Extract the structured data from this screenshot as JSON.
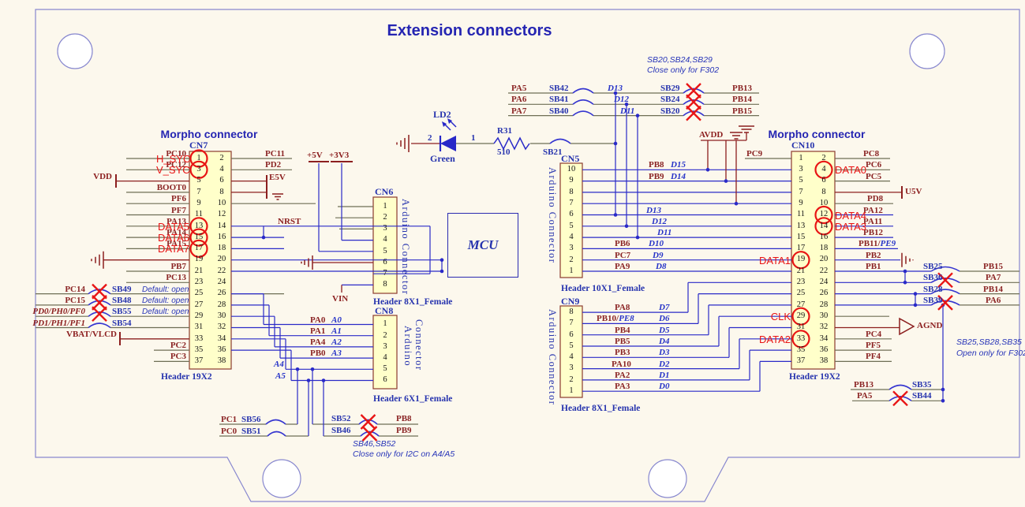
{
  "title": "Extension connectors",
  "notes": {
    "f302_close_1": "SB20,SB24,SB29",
    "f302_close_2": "Close only for F302",
    "f302_open_1": "SB25,SB28,SB35",
    "f302_open_2": "Open only for F302",
    "i2c_1": "SB46,SB52",
    "i2c_2": "Close only for I2C on A4/A5"
  },
  "mcu_label": "MCU",
  "led": {
    "ref": "LD2",
    "color_name": "Green",
    "pin_cathode": "2",
    "pin_anode": "1"
  },
  "resistor": {
    "ref": "R31",
    "value": "510"
  },
  "sb21": "SB21",
  "power": {
    "p5v": "+5V",
    "p3v3": "+3V3",
    "vin": "VIN",
    "e5v": "E5V",
    "vdd": "VDD",
    "u5v": "U5V",
    "avdd": "AVDD",
    "agnd": "AGND",
    "vbat": "VBAT/VLCD",
    "nrst": "NRST"
  },
  "cn7": {
    "title": "Morpho connector",
    "ref": "CN7",
    "footprint": "Header 19X2",
    "pins_odd": [
      "1",
      "3",
      "5",
      "7",
      "9",
      "11",
      "13",
      "15",
      "17",
      "19",
      "21",
      "23",
      "25",
      "27",
      "29",
      "31",
      "33",
      "35",
      "37"
    ],
    "pins_even": [
      "2",
      "4",
      "6",
      "8",
      "10",
      "12",
      "14",
      "16",
      "18",
      "20",
      "22",
      "24",
      "26",
      "28",
      "30",
      "32",
      "34",
      "36",
      "38"
    ],
    "nets_left": {
      "pc10": "PC10",
      "pc12": "PC12",
      "boot0": "BOOT0",
      "pf6": "PF6",
      "pf7": "PF7",
      "pa13": "PA13",
      "pa14": "PA14",
      "pa15": "PA15",
      "pb7": "PB7",
      "pc13": "PC13",
      "pc2": "PC2",
      "pc3": "PC3"
    },
    "nets_right": {
      "pc11": "PC11",
      "pd2": "PD2"
    },
    "outer": {
      "pc14": "PC14",
      "pc15": "PC15",
      "pd0": "PD0/PH0/PF0",
      "pd1": "PD1/PH1/PF1"
    },
    "sb": {
      "sb49": "SB49",
      "sb48": "SB48",
      "sb55": "SB55",
      "sb54": "SB54",
      "default_open": "Default: open"
    }
  },
  "top_nets": {
    "pa5": "PA5",
    "pa6": "PA6",
    "pa7": "PA7",
    "sb42": "SB42",
    "sb41": "SB41",
    "sb40": "SB40",
    "d13": "D13",
    "d12": "D12",
    "d11": "D11",
    "sb29": "SB29",
    "sb24": "SB24",
    "sb20": "SB20",
    "pb13": "PB13",
    "pb14": "PB14",
    "pb15": "PB15"
  },
  "cn6": {
    "ref": "CN6",
    "name": "Arduino Connector",
    "footprint": "Header 8X1_Female",
    "pins": [
      "1",
      "2",
      "3",
      "4",
      "5",
      "6",
      "7",
      "8"
    ]
  },
  "cn8": {
    "ref": "CN8",
    "name_1": "Arduino",
    "name_2": "Connector",
    "footprint": "Header 6X1_Female",
    "pins": [
      "1",
      "2",
      "3",
      "4",
      "5",
      "6"
    ],
    "nets": {
      "pa0": "PA0",
      "pa1": "PA1",
      "pa4": "PA4",
      "pb0": "PB0"
    },
    "ard": {
      "a0": "A0",
      "a1": "A1",
      "a2": "A2",
      "a3": "A3",
      "a4": "A4",
      "a5": "A5"
    }
  },
  "bottom_sb": {
    "pc1": "PC1",
    "sb56": "SB56",
    "pc0": "PC0",
    "sb51": "SB51",
    "sb52": "SB52",
    "pb8": "PB8",
    "sb46": "SB46",
    "pb9": "PB9"
  },
  "cn5": {
    "ref": "CN5",
    "name": "Arduino Connector",
    "footprint": "Header 10X1_Female",
    "pins": [
      "10",
      "9",
      "8",
      "7",
      "6",
      "5",
      "4",
      "3",
      "2",
      "1"
    ],
    "rows": {
      "pb8": "PB8",
      "d15": "D15",
      "pb9": "PB9",
      "d14": "D14",
      "d13": "D13",
      "d12": "D12",
      "d11": "D11",
      "pb6": "PB6",
      "d10": "D10",
      "pc7": "PC7",
      "d9": "D9",
      "pa9": "PA9",
      "d8": "D8"
    }
  },
  "cn9": {
    "ref": "CN9",
    "name": "Arduino Connector",
    "footprint": "Header 8X1_Female",
    "pins": [
      "8",
      "7",
      "6",
      "5",
      "4",
      "3",
      "2",
      "1"
    ],
    "rows": {
      "pa8": "PA8",
      "d7": "D7",
      "pb10": "PB10/",
      "pe8": "PE8",
      "d6": "D6",
      "pb4": "PB4",
      "d5": "D5",
      "pb5": "PB5",
      "d4": "D4",
      "pb3": "PB3",
      "d3": "D3",
      "pa10": "PA10",
      "d2": "D2",
      "pa2": "PA2",
      "d1": "D1",
      "pa3": "PA3",
      "d0": "D0"
    }
  },
  "cn10": {
    "title": "Morpho connector",
    "ref": "CN10",
    "footprint": "Header 19X2",
    "pins_odd": [
      "1",
      "3",
      "5",
      "7",
      "9",
      "11",
      "13",
      "15",
      "17",
      "19",
      "21",
      "23",
      "25",
      "27",
      "29",
      "31",
      "33",
      "35",
      "37"
    ],
    "pins_even": [
      "2",
      "4",
      "6",
      "8",
      "10",
      "12",
      "14",
      "16",
      "18",
      "20",
      "22",
      "24",
      "26",
      "28",
      "30",
      "32",
      "34",
      "36",
      "38"
    ],
    "nets_left": {
      "pc9": "PC9"
    },
    "nets_right": {
      "pc8": "PC8",
      "pc6": "PC6",
      "pc5": "PC5",
      "pd8": "PD8",
      "pa12": "PA12",
      "pa11": "PA11",
      "pb12": "PB12",
      "pb11": "PB11/",
      "pe9": "PE9",
      "pb2": "PB2",
      "pb1": "PB1",
      "pc4": "PC4",
      "pf5": "PF5",
      "pf4": "PF4"
    }
  },
  "right_sb": {
    "sb25": "SB25",
    "pb15": "PB15",
    "sb36": "SB36",
    "pa7": "PA7",
    "sb28": "SB28",
    "pb14": "PB14",
    "sb39": "SB39",
    "pa6": "PA6",
    "pb13": "PB13",
    "sb35": "SB35",
    "pa5": "PA5",
    "sb44": "SB44"
  },
  "annotations": {
    "h_sync": "H_SYC",
    "v_sync": "V_SYC",
    "data5": "DATA5",
    "data6": "DATA6",
    "data7": "DATA7",
    "data0": "DATA0",
    "data4": "DATA4",
    "data3": "DATA3",
    "data1": "DATA1",
    "clk": "CLK",
    "data2": "DATA2"
  },
  "colors": {
    "wire": "#2a2ac8",
    "stub": "#6e6e55",
    "power": "#8c1f1f",
    "net_label": "#8b2525",
    "annotation": "#e81414",
    "note": "#2734b8",
    "connector_body": "#ffffca",
    "board_outline": "#8888cf"
  }
}
